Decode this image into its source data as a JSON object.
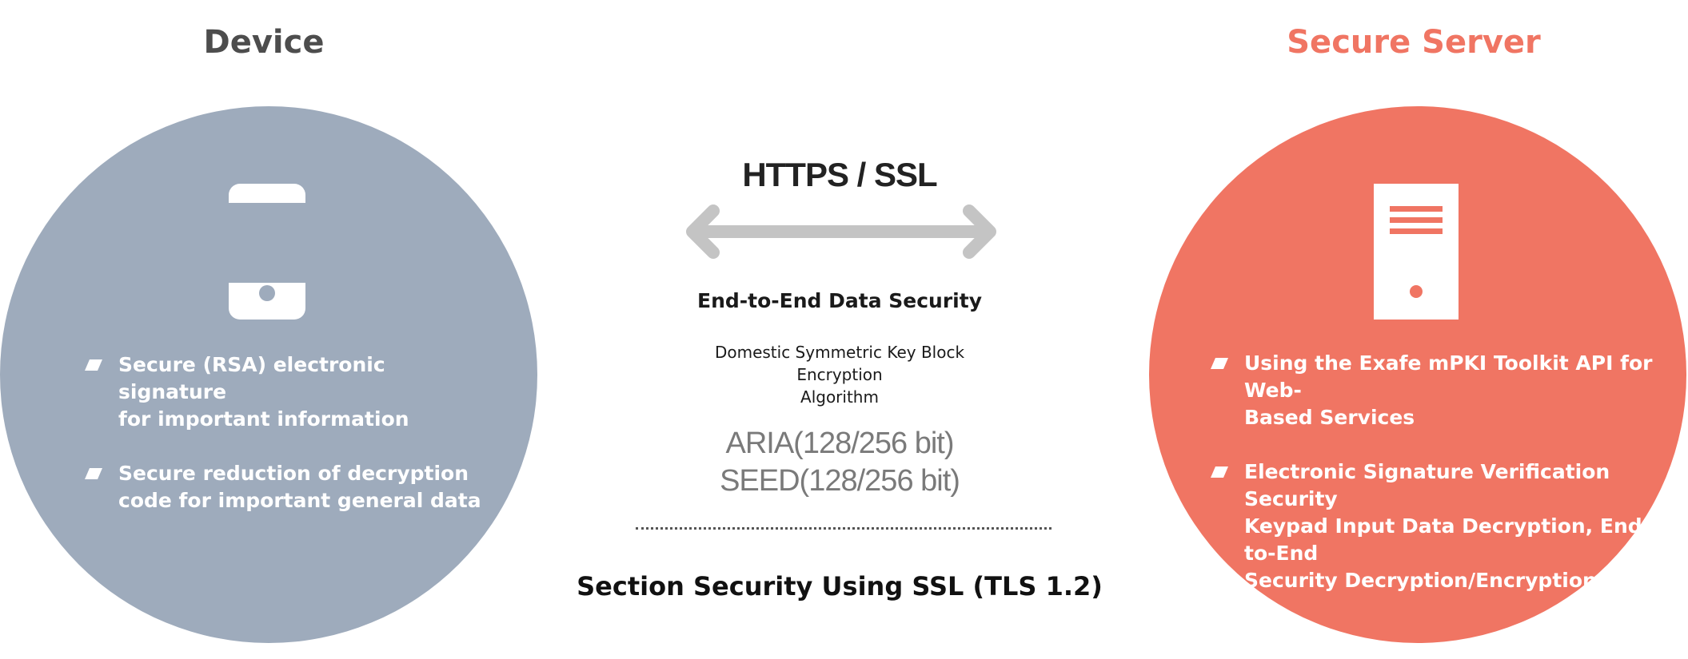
{
  "device": {
    "title": "Device",
    "icon": "smartphone-icon",
    "bullets": [
      {
        "lines": [
          "Secure (RSA) electronic signature",
          "for important information"
        ]
      },
      {
        "lines": [
          "Secure reduction of decryption",
          "code for important general data"
        ]
      }
    ],
    "color": "#9eabbc"
  },
  "server": {
    "title": "Secure Server",
    "icon": "server-icon",
    "bullets": [
      {
        "lines": [
          "Using the Exafe mPKI Toolkit API for Web-",
          "Based Services"
        ]
      },
      {
        "lines": [
          "Electronic Signature Verification Security",
          "Keypad Input Data Decryption, End-to-End",
          "Security Decryption/Encryption"
        ]
      }
    ],
    "color": "#f07563"
  },
  "center": {
    "protocol": "HTTPS / SSL",
    "arrow_icon": "double-arrow-icon",
    "heading": "End-to-End Data Security",
    "algorithm_lines": [
      "Domestic Symmetric Key Block Encryption",
      "Algorithm"
    ],
    "ciphers": [
      "ARIA(128/256 bit)",
      "SEED(128/256 bit)"
    ],
    "footer": "Section Security Using SSL (TLS 1.2)"
  }
}
